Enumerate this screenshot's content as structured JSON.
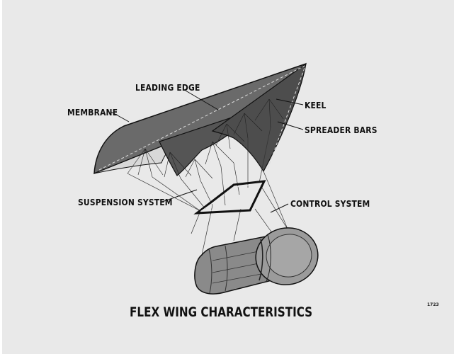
{
  "title": "FLEX WING CHARACTERISTICS",
  "reference_number": "1723",
  "labels": {
    "leading_edge": "LEADING EDGE",
    "membrane": "MEMBRANE",
    "keel": "KEEL",
    "spreader_bars": "SPREADER BARS",
    "suspension_system": "SUSPENSION SYSTEM",
    "control_system": "CONTROL SYSTEM"
  },
  "colors": {
    "background": "#e9e9e9",
    "wing_dark": "#5f5f5f",
    "wing_shade": "#454545",
    "payload": "#8a8a8a",
    "line": "#1a1a1a"
  }
}
